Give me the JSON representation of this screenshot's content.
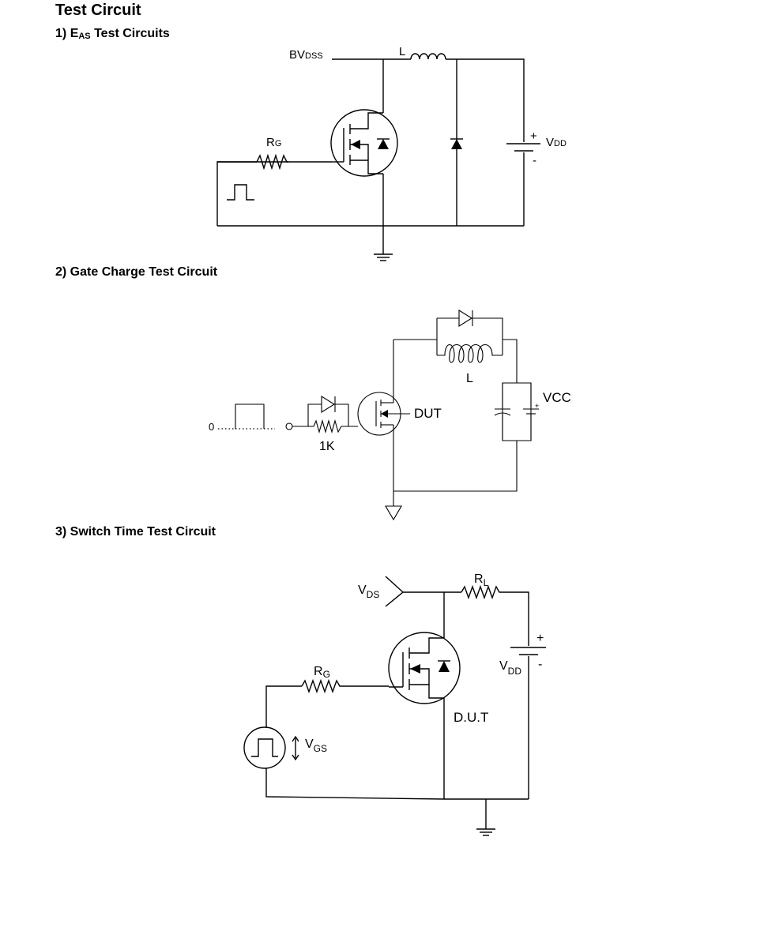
{
  "document": {
    "title": "Test Circuit"
  },
  "sections": [
    {
      "number": "1)",
      "title_main": "E",
      "title_sub": "AS",
      "title_rest": " Test Circuits"
    },
    {
      "title": "2) Gate Charge Test Circuit"
    },
    {
      "title": "3) Switch Time Test Circuit"
    }
  ],
  "circuit1": {
    "bvdss_main": "BV",
    "bvdss_sub": "DSS",
    "inductor": "L",
    "gate_res_main": "R",
    "gate_res_sub": "G",
    "supply_main": "V",
    "supply_sub": "DD",
    "plus": "+",
    "minus": "-"
  },
  "circuit2": {
    "zero": "0",
    "resistor": "1K",
    "dut": "DUT",
    "inductor": "L",
    "supply": "VCC",
    "cap_plus": "+"
  },
  "circuit3": {
    "vds_main": "V",
    "vds_sub": "DS",
    "load_res_main": "R",
    "load_res_sub": "L",
    "gate_res_main": "R",
    "gate_res_sub": "G",
    "vgs_main": "V",
    "vgs_sub": "GS",
    "supply_main": "V",
    "supply_sub": "DD",
    "dut": "D.U.T",
    "plus": "+",
    "minus": "-"
  }
}
